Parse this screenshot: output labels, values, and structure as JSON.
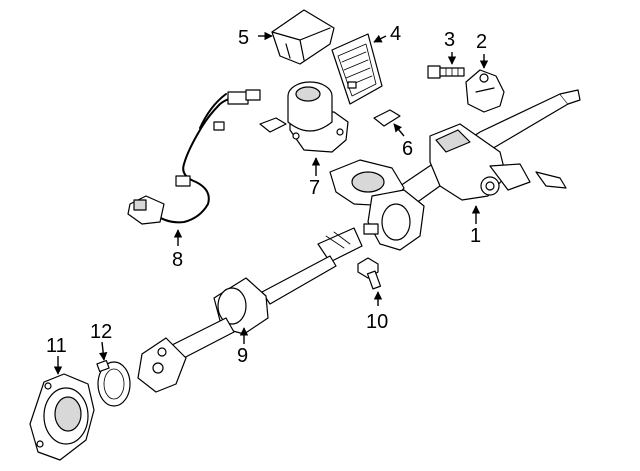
{
  "callouts": {
    "c1": "1",
    "c2": "2",
    "c3": "3",
    "c4": "4",
    "c5": "5",
    "c6": "6",
    "c7": "7",
    "c8": "8",
    "c9": "9",
    "c10": "10",
    "c11": "11",
    "c12": "12"
  },
  "colors": {
    "line": "#000000",
    "fill": "#ffffff",
    "shade": "#d8d8d8"
  }
}
